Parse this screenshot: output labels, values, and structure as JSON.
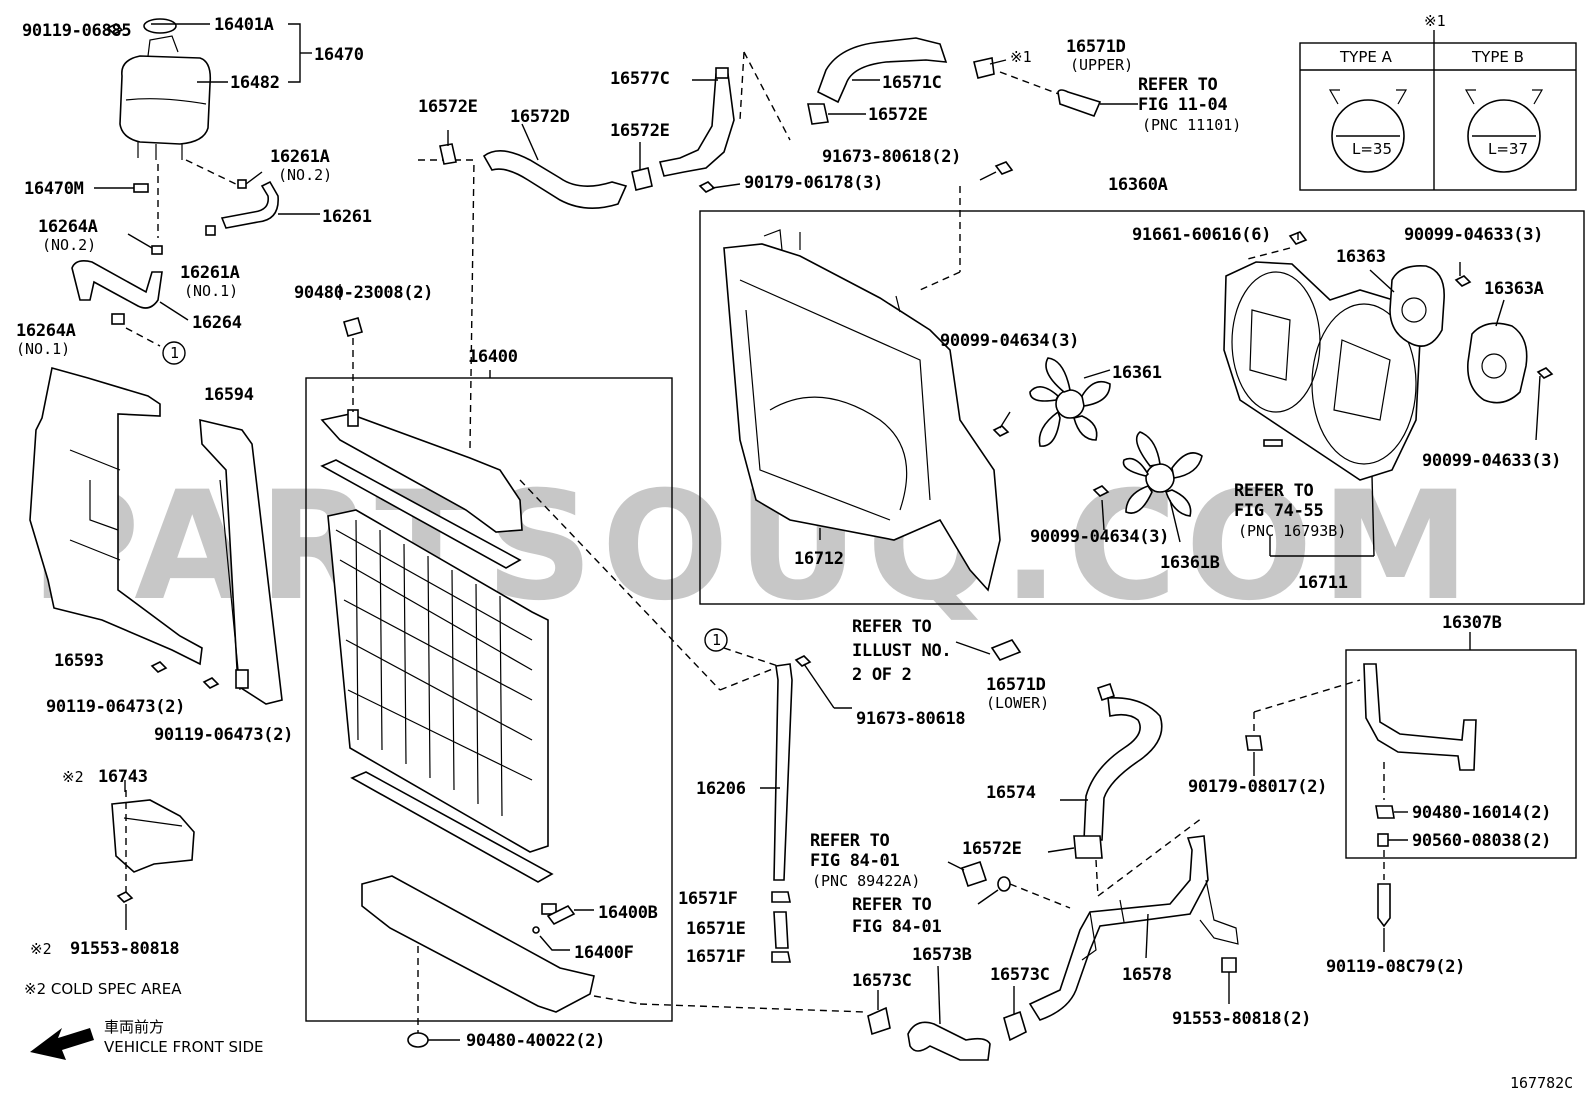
{
  "watermark": "PARTSOUQ.COM",
  "figure_code": "167782C",
  "labels": {
    "p90119_06885": "90119-06885",
    "p16401A": "16401A",
    "p16470": "16470",
    "p16482": "16482",
    "p16470M": "16470M",
    "p16261A_2": "16261A",
    "no2_a": "(NO.2)",
    "p16261": "16261",
    "p16264A_2": "16264A",
    "no2_b": "(NO.2)",
    "p16261A_1": "16261A",
    "no1_a": "(NO.1)",
    "p16264": "16264",
    "p16264A_1": "16264A",
    "no1_b": "(NO.1)",
    "circle1": "1",
    "p16572E_a": "16572E",
    "p16572D": "16572D",
    "p16577C": "16577C",
    "p16572E_b": "16572E",
    "p16571C": "16571C",
    "p16572E_c": "16572E",
    "star1_a": "※1",
    "p16571D_u": "16571D",
    "upper": "(UPPER)",
    "refer1": "REFER TO",
    "refer1b": "FIG 11-04",
    "refer1c": "(PNC 11101)",
    "p90179_06178": "90179-06178(3)",
    "p91673_80618_2": "91673-80618(2)",
    "star1_b": "※1",
    "typeA": "TYPE A",
    "typeB": "TYPE B",
    "l35": "L=35",
    "l37": "L=37",
    "p16360A": "16360A",
    "p91661": "91661-60616(6)",
    "p90099_04633_a": "90099-04633(3)",
    "p16363": "16363",
    "p16363A": "16363A",
    "p90099_04634_a": "90099-04634(3)",
    "p16361": "16361",
    "p90099_04633_b": "90099-04633(3)",
    "refer2": "REFER TO",
    "refer2b": "FIG 74-55",
    "refer2c": "(PNC 16793B)",
    "p90099_04634_b": "90099-04634(3)",
    "p16712": "16712",
    "p16361B": "16361B",
    "p16711": "16711",
    "p90480_23008": "90480-23008(2)",
    "p16400": "16400",
    "p16594": "16594",
    "p16593": "16593",
    "p90119_06473_a": "90119-06473(2)",
    "p90119_06473_b": "90119-06473(2)",
    "star2_a": "※2",
    "p16743": "16743",
    "star2_b": "※2",
    "p91553_80818": "91553-80818",
    "cold": "※2  COLD SPEC AREA",
    "jp_front": "車両前方",
    "vehicle_front": "VEHICLE FRONT SIDE",
    "circle1b": "1",
    "refer3": "REFER TO",
    "refer3b": "ILLUST NO.",
    "refer3c": "2 OF 2",
    "p16571D_l": "16571D",
    "lower": "(LOWER)",
    "p91673_80618": "91673-80618",
    "p16307B": "16307B",
    "p16206": "16206",
    "p16574": "16574",
    "p90179_08017": "90179-08017(2)",
    "p90480_16014": "90480-16014(2)",
    "p90560_08038": "90560-08038(2)",
    "refer4": "REFER TO",
    "refer4b": "FIG 84-01",
    "refer4c": "(PNC 89422A)",
    "p16572E_d": "16572E",
    "refer5": "REFER TO",
    "refer5b": "FIG 84-01",
    "p16571F_a": "16571F",
    "p16571E": "16571E",
    "p16571F_b": "16571F",
    "p16400B": "16400B",
    "p16400F": "16400F",
    "p16573B": "16573B",
    "p16573C_a": "16573C",
    "p16573C_b": "16573C",
    "p16578": "16578",
    "p90119_08C79": "90119-08C79(2)",
    "p91553_80818_2": "91553-80818(2)",
    "p90480_40022": "90480-40022(2)"
  }
}
